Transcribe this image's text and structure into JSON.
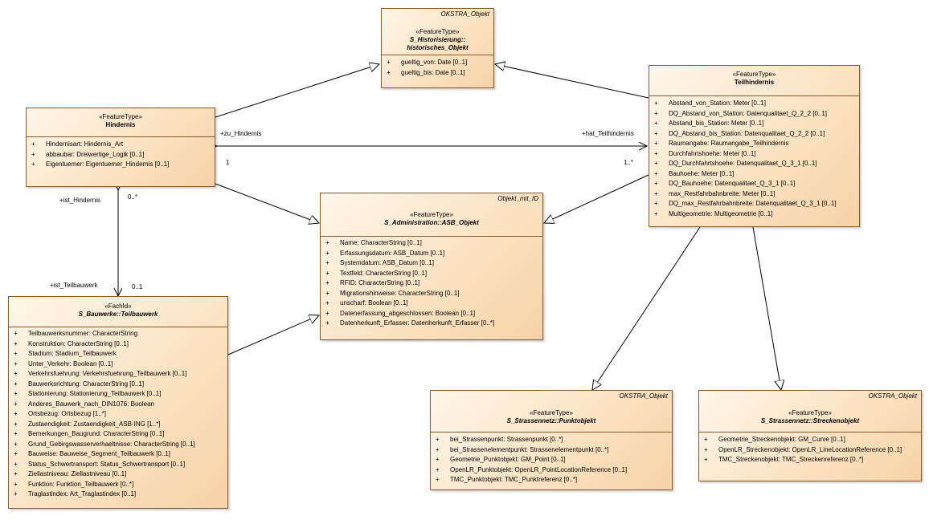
{
  "classes": {
    "historisches": {
      "tag": "OKSTRA_Objekt",
      "stereotype": "«FeatureType»",
      "name_line1": "S_Historisierung::",
      "name_line2": "historisches_Objekt",
      "attributes": [
        "gueltig_von: Date [0..1]",
        "gueltig_bis: Date [0..1]"
      ]
    },
    "hindernis": {
      "stereotype": "«FeatureType»",
      "name": "Hindernis",
      "attributes": [
        "Hindernisart: Hindernis_Art",
        "abbaubar: Dreiwertige_Logik [0..1]",
        "Eigentuemer: Eigentuemer_Hindernis [0..1]"
      ]
    },
    "teilhindernis": {
      "stereotype": "«FeatureType»",
      "name": "Teilhindernis",
      "attributes": [
        "Abstand_von_Station: Meter [0..1]",
        "DQ_Abstand_von_Station: Datenqualitaet_Q_2_2 [0..1]",
        "Abstand_bis_Station: Meter [0..1]",
        "DQ_Abstand_bis_Station: Datenqualitaet_Q_2_2 [0..1]",
        "Raumangabe: Raumangabe_Teilhindernis",
        "Durchfahrtshoehe: Meter [0..1]",
        "DQ_Durchfahrtshoehe: Datenqualitaet_Q_3_1 [0..1]",
        "Bauhoehe: Meter [0..1]",
        "DQ_Bauhoehe: Datenqualitaet_Q_3_1 [0..1]",
        "max_Restfahrbahnbreite: Meter [0..1]",
        "DQ_max_Restfahrbahnbreite: Datenqualitaet_Q_3_1 [0..1]",
        "Multigeometrie: Multigeometrie [0..1]"
      ]
    },
    "asb": {
      "tag": "Objekt_mit_ID",
      "stereotype": "«FeatureType»",
      "name": "S_Administration::ASB_Objekt",
      "attributes": [
        "Name: CharacterString [0..1]",
        "Erfassungsdatum: ASB_Datum [0..1]",
        "Systemdatum: ASB_Datum [0..1]",
        "Textfeld: CharacterString [0..1]",
        "RFID: CharacterString [0..1]",
        "Migrationshinweise: CharacterString [0..1]",
        "unscharf: Boolean [0..1]",
        "Datenerfassung_abgeschlossen: Boolean [0..1]",
        "Datenherkunft_Erfasser: Datenherkunft_Erfasser [0..*]"
      ]
    },
    "teilbauwerk": {
      "stereotype": "«FachId»",
      "name": "S_Bauwerke::Teilbauwerk",
      "attributes": [
        "Teilbauwerksnummer: CharacterString",
        "Konstruktion: CharacterString [0..1]",
        "Stadium: Stadium_Teilbauwerk",
        "Unter_Verkehr: Boolean [0..1]",
        "Verkehrsfuehrung: Verkehrsfuehrung_Teilbauwerk [0..1]",
        "Bauwerksrichtung: CharacterString [0..1]",
        "Stationierung: Stationierung_Teilbauwerk [0..1]",
        "Anderes_Bauwerk_nach_DIN1076: Boolean",
        "Ortsbezug: Ortsbezug [1..*]",
        "Zustaendigkeit: Zustaendigkeit_ASB-ING [1..*]",
        "Bemerkungen_Baugrund: CharacterString [0..1]",
        "Grund_Gebirgswasserverhaeltnisse: CharacterString [0..1]",
        "Bauweise: Bauweise_Segment_Teilbauwerk [0..1]",
        "Status_Schwertransport: Status_Schwertransport [0..1]",
        "Ziellastniveau: Ziellastniveau [0..1]",
        "Funktion: Funktion_Teilbauwerk [0..*]",
        "Traglastindex: Art_Traglastindex [0..1]"
      ]
    },
    "punktobjekt": {
      "tag": "OKSTRA_Objekt",
      "stereotype": "«FeatureType»",
      "name": "S_Strassennetz::Punktobjekt",
      "attributes": [
        "bei_Strassenpunkt: Strassenpunkt [0..*]",
        "bei_Strassenelementpunkt: Strassenelementpunkt [0..*]",
        "Geometrie_Punktobjekt: GM_Point [0..1]",
        "OpenLR_Punktobjekt: OpenLR_PointLocationReference [0..1]",
        "TMC_Punktobjekt: TMC_Punktreferenz [0..*]"
      ]
    },
    "streckenobjekt": {
      "tag": "OKSTRA_Objekt",
      "stereotype": "«FeatureType»",
      "name": "S_Strassennetz::Streckenobjekt",
      "attributes": [
        "Geometrie_Streckenobjekt: GM_Curve [0..1]",
        "OpenLR_Streckenobjekt: OpenLR_LineLocationReference [0..1]",
        "TMC_Streckenobjekt: TMC_Streckenreferenz [0..*]"
      ]
    }
  },
  "associations": {
    "hindernis_teilhindernis": {
      "role_source": "+zu_Hindernis",
      "mult_source": "1",
      "role_target": "+hat_Teilhindernis",
      "mult_target": "1..*"
    },
    "hindernis_teilbauwerk": {
      "role_source": "+ist_Hindernis",
      "mult_source": "0..*",
      "role_target": "+ist_Teilbauwerk",
      "mult_target": "0..1"
    }
  },
  "colors": {
    "class_fill": "#fbe3c3",
    "class_border": "#8a5a2c",
    "edge": "#000000"
  }
}
